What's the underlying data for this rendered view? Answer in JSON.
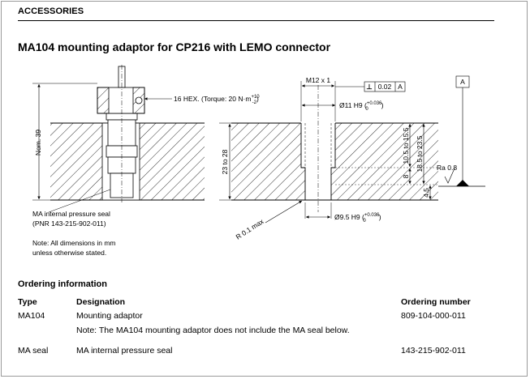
{
  "section": {
    "title": "ACCESSORIES"
  },
  "product": {
    "heading": "MA104 mounting adaptor for CP216 with LEMO connector"
  },
  "drawing": {
    "hex_label": "16 HEX. (Torque: 20 N·m",
    "hex_tol_upper": "+10",
    "hex_tol_lower": "-2",
    "hex_close": ")",
    "nom_label": "Nom. 39",
    "thread_label": "M12 x 1",
    "perp_symbol": "⊥",
    "perp_value": "0.02",
    "datum_ref": "A",
    "datum_box": "A",
    "bore_upper": "Ø11 H9",
    "bore_upper_tol_upper": "+0.036",
    "bore_upper_tol_lower": "0",
    "bore_lower": "Ø9.5 H9",
    "bore_lower_tol_upper": "+0.036",
    "bore_lower_tol_lower": "0",
    "depth_total": "23 to 28",
    "depth_a": "10.5 to 15.5",
    "depth_b": "18.5 to 23.5",
    "depth_c": "8",
    "depth_d": "4.5",
    "roughness": "Ra 0.8",
    "radius": "R 0.1 max",
    "seal_note_line1": "MA internal pressure seal",
    "seal_note_line2": "(PNR 143-215-902-011)",
    "dim_note_line1": "Note: All dimensions in mm",
    "dim_note_line2": "unless otherwise stated."
  },
  "ordering": {
    "title": "Ordering information",
    "headers": {
      "type": "Type",
      "designation": "Designation",
      "number": "Ordering number"
    },
    "rows": [
      {
        "type": "MA104",
        "designation": "Mounting adaptor",
        "number": "809-104-000-011",
        "note": "Note: The MA104 mounting adaptor does not include the MA seal below."
      },
      {
        "type": "MA seal",
        "designation": "MA internal pressure seal",
        "number": "143-215-902-011"
      }
    ]
  }
}
